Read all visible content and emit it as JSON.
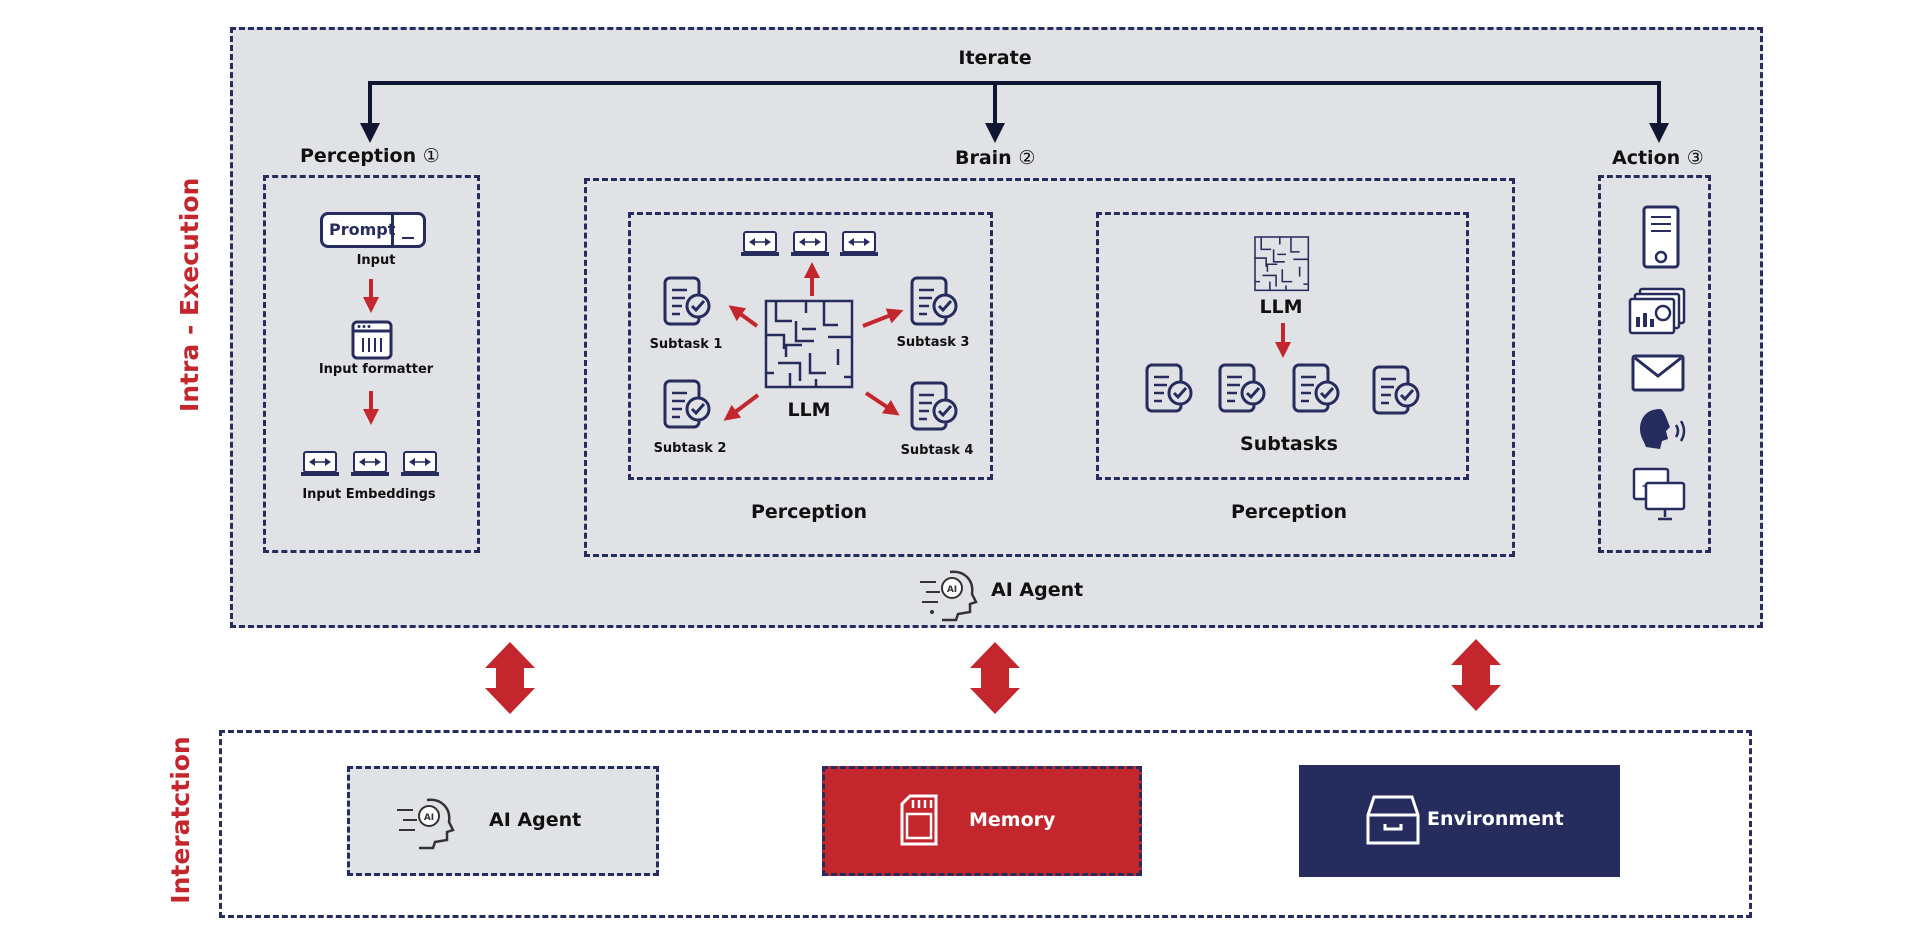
{
  "labels": {
    "intra_execution": "Intra - Execution",
    "interaction": "Interatction",
    "iterate": "Iterate",
    "perception_header": "Perception",
    "perception_num": "①",
    "brain_header": "Brain",
    "brain_num": "②",
    "action_header": "Action",
    "action_num": "③",
    "ai_agent_top": "AI Agent"
  },
  "perception_panel": {
    "prompt_box": "Prompt",
    "input": "Input",
    "input_formatter": "Input formatter",
    "input_embeddings": "Input Embeddings"
  },
  "brain_left": {
    "llm": "LLM",
    "subtask1": "Subtask 1",
    "subtask2": "Subtask 2",
    "subtask3": "Subtask 3",
    "subtask4": "Subtask 4",
    "caption": "Perception"
  },
  "brain_right": {
    "llm": "LLM",
    "subtasks": "Subtasks",
    "caption": "Perception"
  },
  "interaction": {
    "ai_agent": "AI Agent",
    "memory": "Memory",
    "environment": "Environment"
  },
  "colors": {
    "navy": "#262c5e",
    "red": "#c4262d",
    "panel_gray": "#e1e2e5"
  }
}
